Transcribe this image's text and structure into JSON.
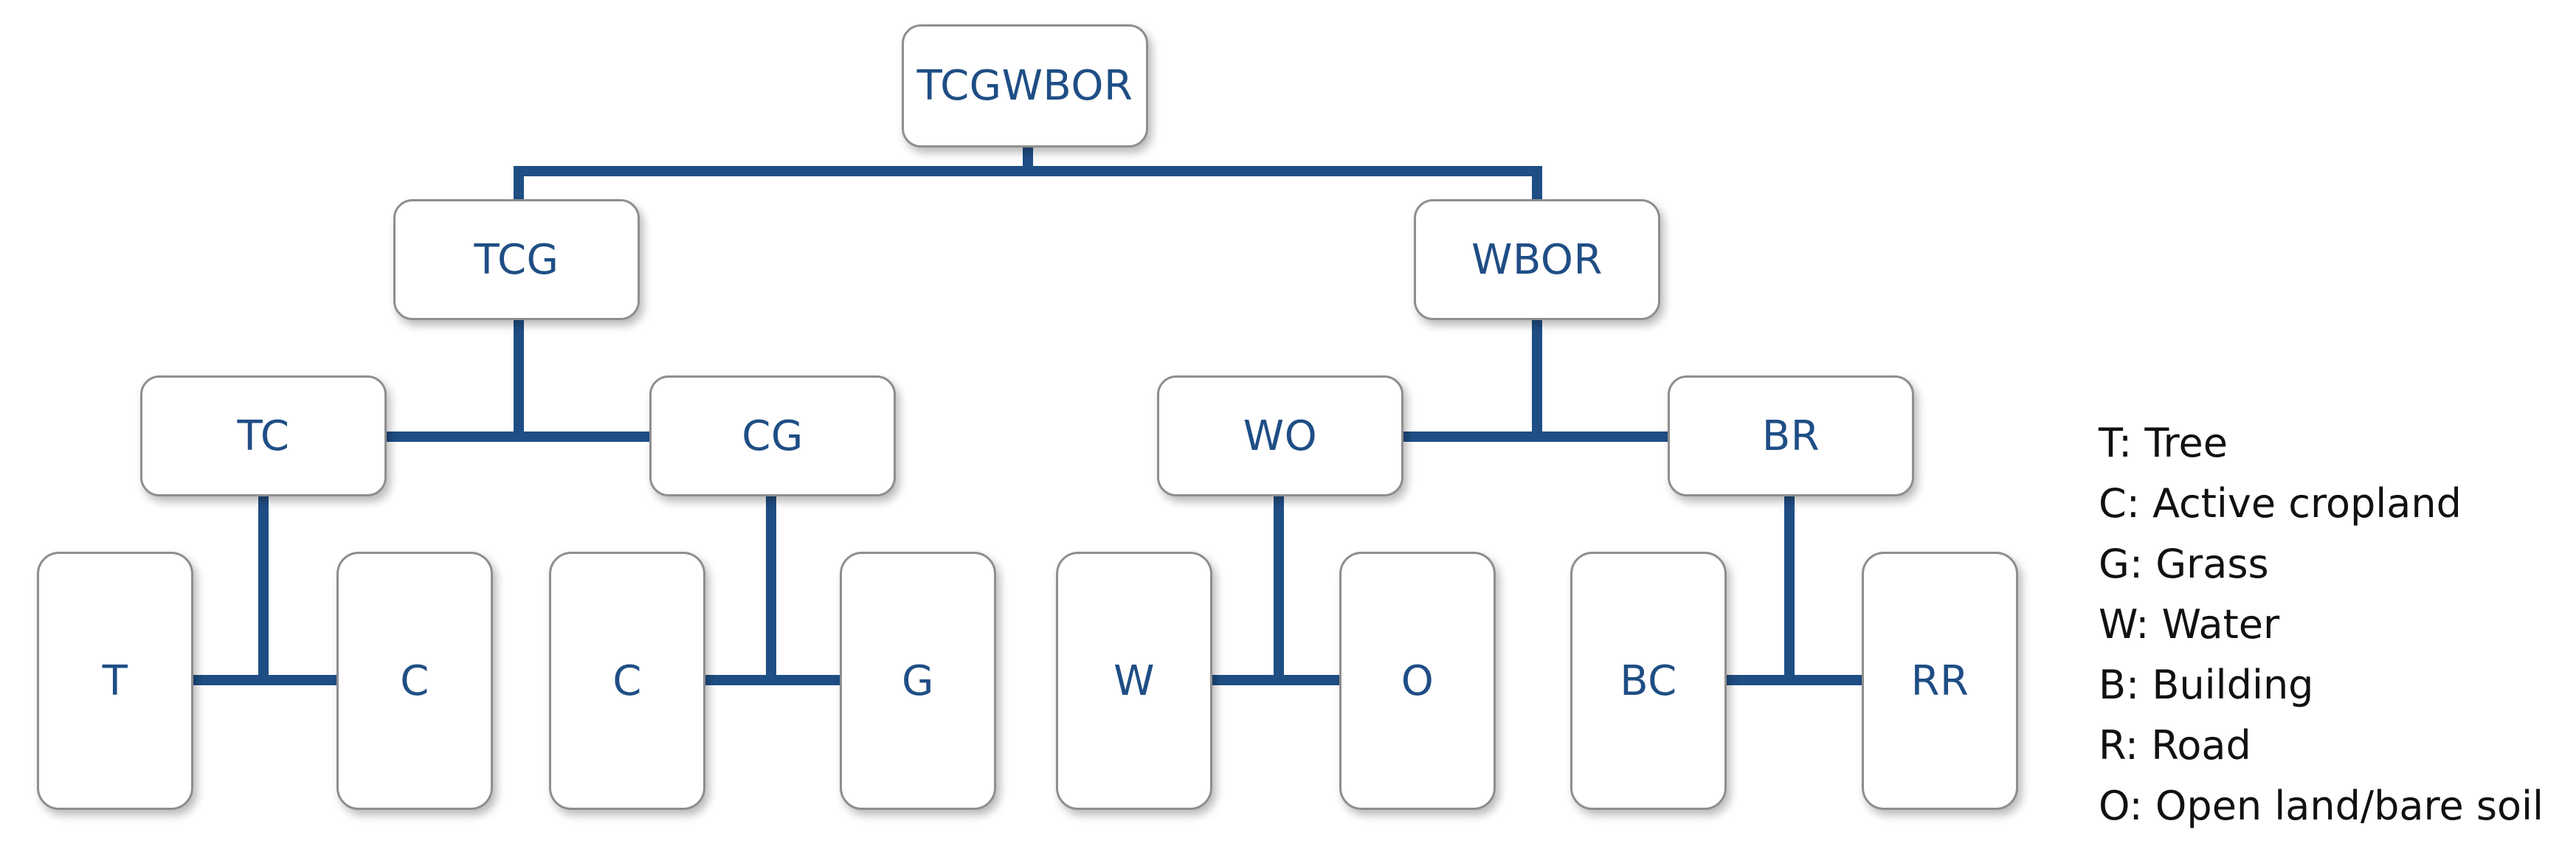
{
  "colors": {
    "connector": "#1f4e85",
    "node_text": "#1f4e85",
    "node_border": "#8e8e8e",
    "legend_text": "#111111"
  },
  "nodes": {
    "root": "TCGWBOR",
    "tcg": "TCG",
    "wbor": "WBOR",
    "tc": "TC",
    "cg": "CG",
    "wo": "WO",
    "br": "BR",
    "leaf_t": "T",
    "leaf_c1": "C",
    "leaf_c2": "C",
    "leaf_g": "G",
    "leaf_w": "W",
    "leaf_o": "O",
    "leaf_bc": "BC",
    "leaf_rr": "RR"
  },
  "legend": [
    "T: Tree",
    "C: Active cropland",
    "G: Grass",
    "W: Water",
    "B: Building",
    "R: Road",
    "O: Open land/bare soil"
  ]
}
